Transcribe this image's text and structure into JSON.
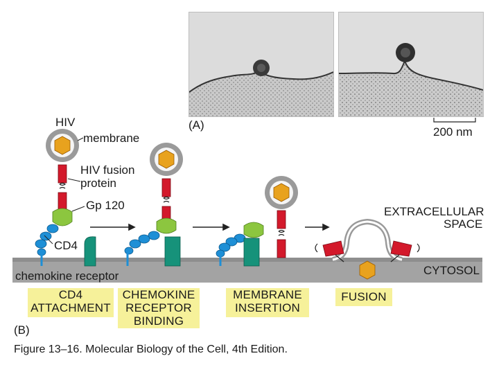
{
  "panel_a": {
    "label": "(A)",
    "scale_bar": "200 nm"
  },
  "panel_b": {
    "label": "(B)",
    "labels": {
      "hiv": "HIV",
      "membrane": "membrane",
      "fusion_protein_1": "HIV fusion",
      "fusion_protein_2": "protein",
      "gp120": "Gp 120",
      "cd4": "CD4",
      "chemokine_receptor": "chemokine receptor",
      "extracellular_1": "EXTRACELLULAR",
      "extracellular_2": "SPACE",
      "cytosol": "CYTOSOL"
    },
    "stages": [
      {
        "line1": "CD4",
        "line2": "ATTACHMENT",
        "line3": ""
      },
      {
        "line1": "CHEMOKINE",
        "line2": "RECEPTOR",
        "line3": "BINDING"
      },
      {
        "line1": "MEMBRANE",
        "line2": "INSERTION",
        "line3": ""
      },
      {
        "line1": "FUSION",
        "line2": "",
        "line3": ""
      }
    ]
  },
  "caption": "Figure 13–16. Molecular Biology of the Cell, 4th Edition.",
  "colors": {
    "virus_envelope": "#9a9a9a",
    "virus_core": "#e8a21e",
    "fusion_protein": "#d3192b",
    "gp120": "#8cc63f",
    "cd4": "#1e8fd6",
    "chemokine_receptor": "#16927a",
    "cell_membrane": "#9a9a9a",
    "stage_plate": "#f6f19a"
  }
}
